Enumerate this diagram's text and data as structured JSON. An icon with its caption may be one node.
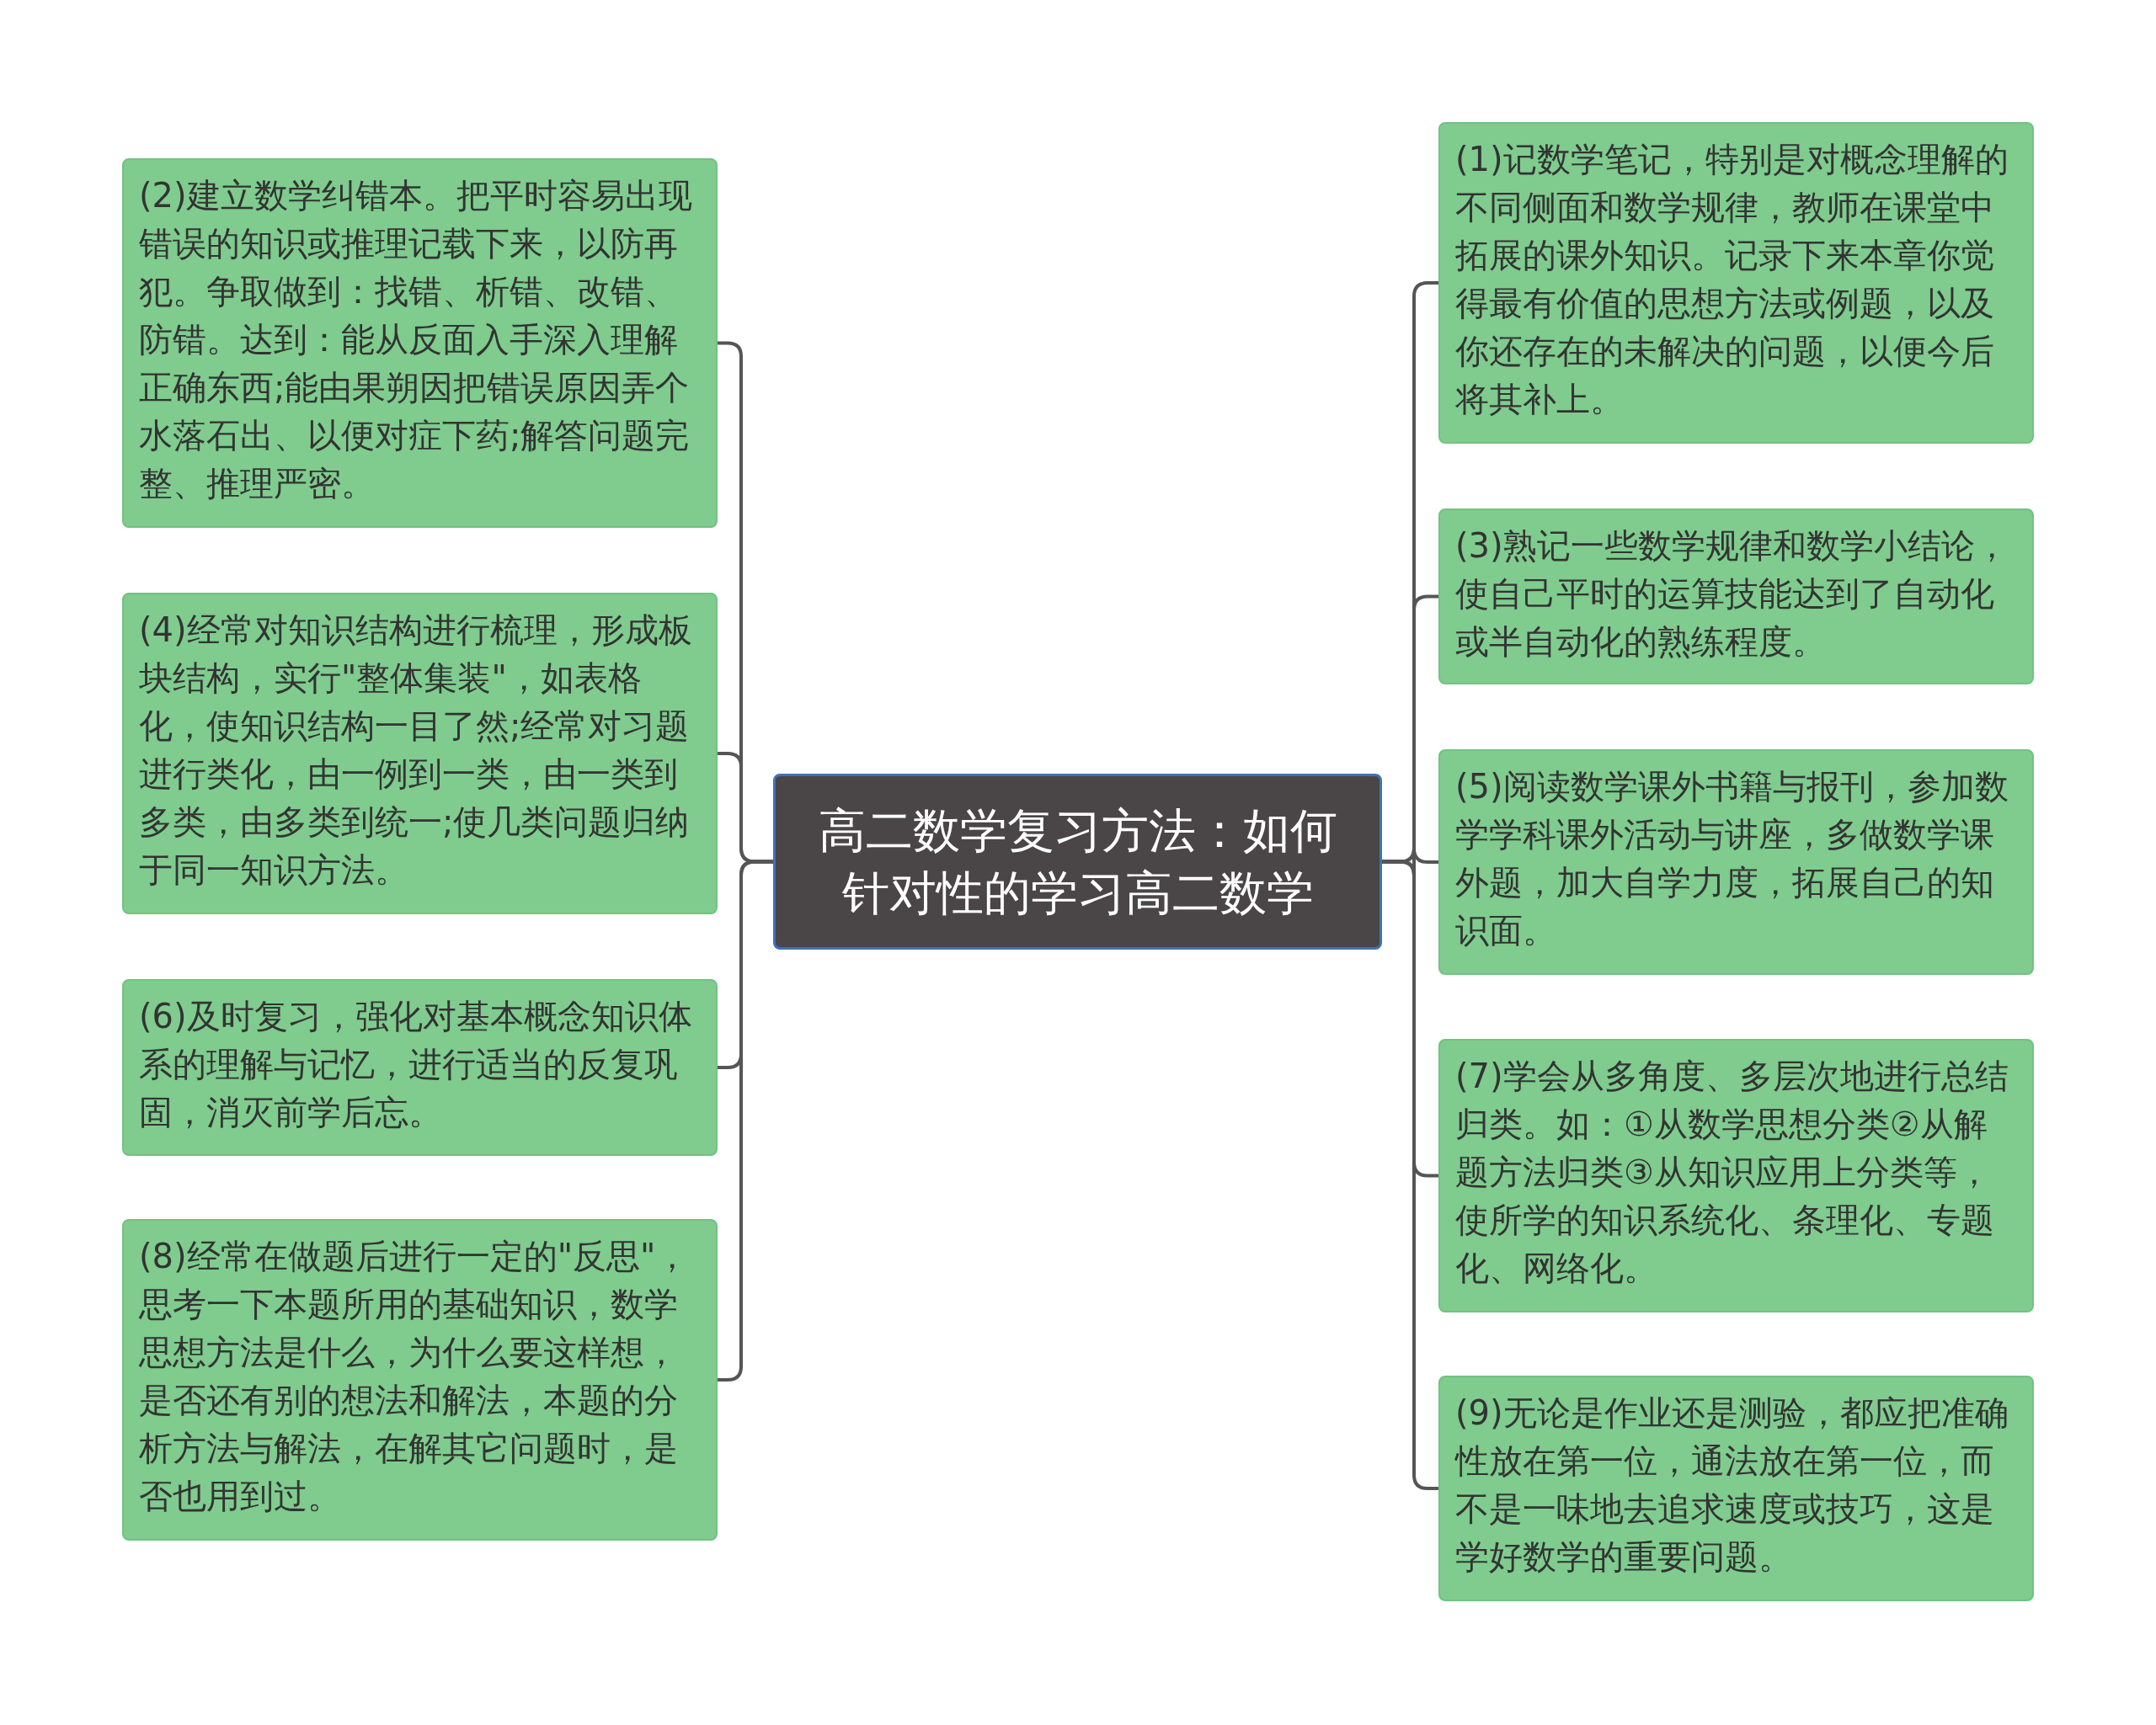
{
  "diagram": {
    "nodes": [
      {
        "text": [
          "高二数学复习方法：如何针对性的学习高二数学"
        ]
      },
      {
        "text": [
          "(1)记数学笔记，特别是对概念理解的不同侧面和数学规律，教师在课堂中拓展的课外知识。记录下来本章你觉得最有价值的思想方法或例题，以及你还存在的未解决的问题，以便今后将其补上。"
        ]
      },
      {
        "text": [
          "(2)建立数学纠错本。把平时容易出现错误的知识或推理记载下来，以防再犯。争取做到：找错、析错、改错、防错。达到：能从反面入手深入理解正确东西;能由果朔因把错误原因弄个水落石出、以便对症下药;解答问题完整、推理严密。"
        ]
      },
      {
        "text": [
          "(3)熟记一些数学规律和数学小结论，使自己平时的运算技能达到了自动化或半自动化的熟练程度。"
        ]
      },
      {
        "text": [
          "(4)经常对知识结构进行梳理，形成板块结构，实行\"整体集装\"，如表格化，使知识结构一目了然;经常对习题进行类化，由一例到一类，由一类到多类，由多类到统一;使几类问题归纳于同一知识方法。"
        ]
      },
      {
        "text": [
          "(5)阅读数学课外书籍与报刊，参加数学学科课外活动与讲座，多做数学课外题，加大自学力度，拓展自己的知识面。"
        ]
      },
      {
        "text": [
          "(6)及时复习，强化对基本概念知识体系的理解与记忆，进行适当的反复巩固，消灭前学后忘。"
        ]
      },
      {
        "text": [
          "(7)学会从多角度、多层次地进行总结归类。如：①从数学思想分类②从解题方法归类③从知识应用上分类等，使所学的知识系统化、条理化、专题化、网络化。"
        ]
      },
      {
        "text": [
          "(8)经常在做题后进行一定的\"反思\"，思考一下本题所用的基础知识，数学思想方法是什么，为什么要这样想，是否还有别的想法和解法，本题的分析方法与解法，在解其它问题时，是否也用到过。"
        ]
      },
      {
        "text": [
          "(9)无论是作业还是测验，都应把准确性放在第一位，通法放在第一位，而不是一味地去追求速度或技巧，这是学好数学的重要问题。"
        ]
      }
    ],
    "edges": [
      {
        "from": 0,
        "to": 1,
        "arrow": "none"
      },
      {
        "from": 0,
        "to": 2,
        "arrow": "none"
      },
      {
        "from": 0,
        "to": 3,
        "arrow": "none"
      },
      {
        "from": 0,
        "to": 4,
        "arrow": "none"
      },
      {
        "from": 0,
        "to": 5,
        "arrow": "none"
      },
      {
        "from": 0,
        "to": 6,
        "arrow": "none"
      },
      {
        "from": 0,
        "to": 7,
        "arrow": "none"
      },
      {
        "from": 0,
        "to": 8,
        "arrow": "none"
      },
      {
        "from": 0,
        "to": 9,
        "arrow": "none"
      }
    ]
  }
}
